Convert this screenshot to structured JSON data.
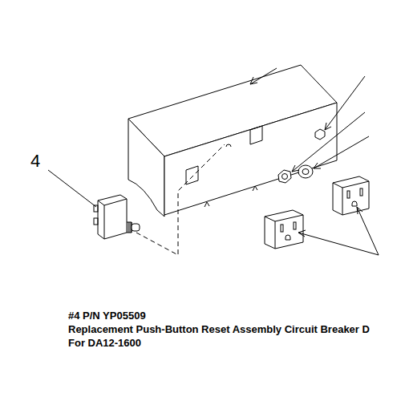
{
  "diagram": {
    "labels": [
      "4",
      "#4 P/N YP05509",
      "Replacement Push-Button Reset Assembly Circuit Breaker D",
      "For DA12-1600"
    ]
  }
}
